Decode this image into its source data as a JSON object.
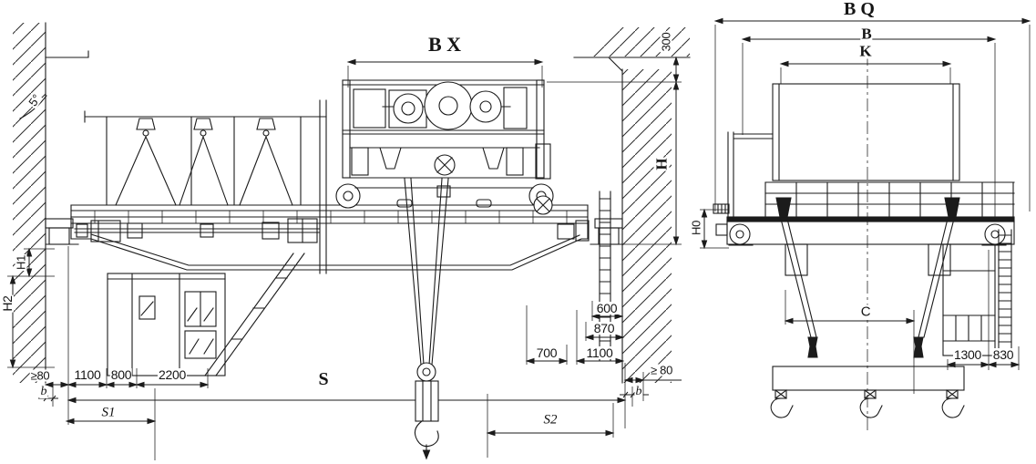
{
  "front_view": {
    "labels": {
      "bx": "B X",
      "angle": "5°",
      "top_clearance": "300",
      "h": "H",
      "h1": "H1",
      "h2": "H2",
      "wall_clearance_left": "≥80",
      "b_left": "b",
      "d1100_left": "1100",
      "d800": "800",
      "d2200": "2200",
      "s1": "S1",
      "span": "S",
      "s2": "S2",
      "d700": "700",
      "d1100_right": "1100",
      "d600": "600",
      "d870": "870",
      "wall_clearance_right": "≥ 80",
      "b_right": "b"
    }
  },
  "side_view": {
    "labels": {
      "bq": "B Q",
      "b": "B",
      "k": "K",
      "h0": "H0",
      "c": "C",
      "d1300": "1300",
      "d830": "830"
    }
  }
}
